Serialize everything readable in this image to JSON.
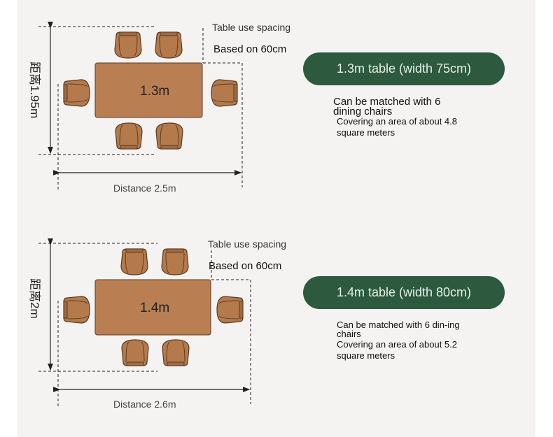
{
  "sections": [
    {
      "table_label": "1.3m",
      "height_label": "距离1.95m",
      "distance_label": "Distance 2.5m",
      "spacing_label": "Table use spacing",
      "based_label": "Based on 60cm",
      "pill_label": "1.3m table (width 75cm)",
      "chairs_text": "Can be matched with 6 dining chairs",
      "area_text": "Covering an area of about 4.8 square meters"
    },
    {
      "table_label": "1.4m",
      "height_label": "距离2m",
      "distance_label": "Distance 2.6m",
      "spacing_label": "Table use spacing",
      "based_label": "Based on 60cm",
      "pill_label": "1.4m table (width 80cm)",
      "chairs_text": "Can be matched with 6 din-ing chairs",
      "area_text": "Covering an area of about 5.2 square meters"
    }
  ],
  "colors": {
    "table": "#b97f52",
    "chair": "#b47a4c",
    "outline": "#5b3a22",
    "pill": "#2d5a3f",
    "background": "#f4f3f2"
  }
}
